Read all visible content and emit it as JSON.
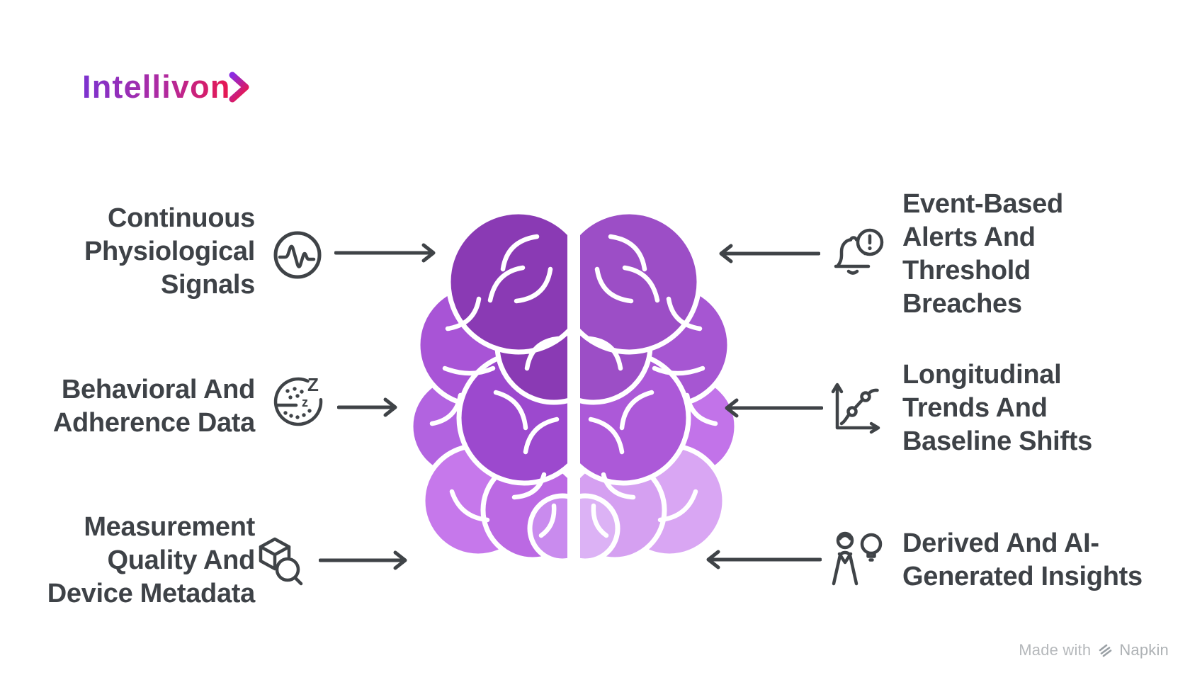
{
  "logo": {
    "text": "Intellivon"
  },
  "left_items": [
    {
      "icon": "heartbeat-icon",
      "lines": [
        "Continuous",
        "Physiological",
        "Signals"
      ]
    },
    {
      "icon": "sleep-icon",
      "icon_text": [
        "Z",
        "z"
      ],
      "lines": [
        "Behavioral And",
        "Adherence Data"
      ]
    },
    {
      "icon": "cube-search-icon",
      "lines": [
        "Measurement",
        "Quality And",
        "Device Metadata"
      ]
    }
  ],
  "right_items": [
    {
      "icon": "alert-bell-icon",
      "lines": [
        "Event-Based",
        "Alerts And",
        "Threshold",
        "Breaches"
      ]
    },
    {
      "icon": "trend-chart-icon",
      "lines": [
        "Longitudinal",
        "Trends And",
        "Baseline Shifts"
      ]
    },
    {
      "icon": "person-idea-icon",
      "lines": [
        "Derived And AI-",
        "Generated Insights"
      ]
    }
  ],
  "watermark": {
    "prefix": "Made with",
    "brand": "Napkin"
  },
  "colors": {
    "label_text": "#3E4247",
    "connector": "#3F4347",
    "logo_gradient_start": "#7C33D0",
    "logo_gradient_mid": "#B02AA0",
    "logo_gradient_end": "#E8174F",
    "watermark_text": "#B5B8BB",
    "brain_palette": [
      "#8A3AB4",
      "#9C49CE",
      "#A854D6",
      "#B263E0",
      "#BB69E3",
      "#C678EB",
      "#C98BEE",
      "#9C4EC6",
      "#A656D2",
      "#AC59D8",
      "#C273E9",
      "#D5A0F1",
      "#D9A6F3",
      "#DCB2F5"
    ]
  }
}
